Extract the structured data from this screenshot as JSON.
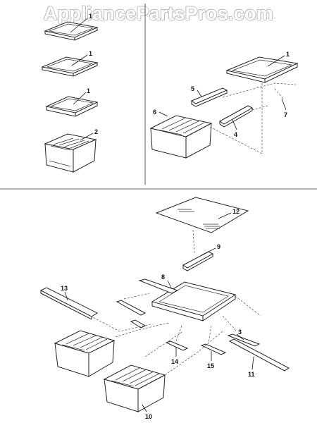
{
  "watermark": "AppliancePartsPros.com",
  "callouts": {
    "tl_1a": "1",
    "tl_1b": "1",
    "tl_1c": "1",
    "tl_2": "2",
    "tr_1": "1",
    "tr_5": "5",
    "tr_6": "6",
    "tr_7": "7",
    "tr_4": "4",
    "b_12": "12",
    "b_9": "9",
    "b_8": "8",
    "b_13": "13",
    "b_3": "3",
    "b_14": "14",
    "b_15": "15",
    "b_11": "11",
    "b_10": "10"
  }
}
